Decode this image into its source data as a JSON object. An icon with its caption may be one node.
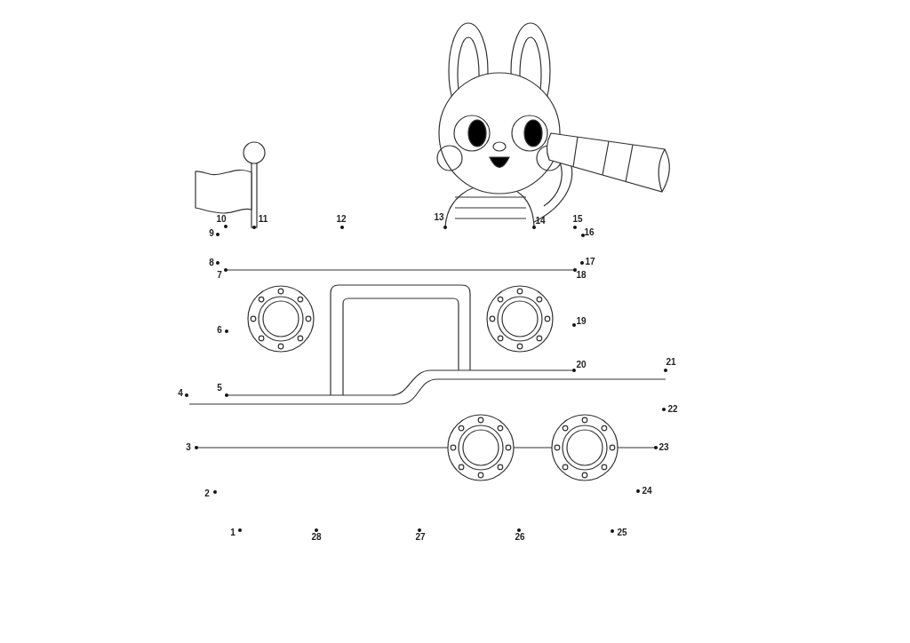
{
  "diagram": {
    "labels": [
      "1",
      "2",
      "3",
      "4",
      "5",
      "6",
      "7",
      "8",
      "9",
      "10",
      "11",
      "12",
      "13",
      "14",
      "15",
      "16",
      "17",
      "18",
      "19",
      "20",
      "21",
      "22",
      "23",
      "24",
      "25",
      "26",
      "27",
      "28"
    ]
  }
}
